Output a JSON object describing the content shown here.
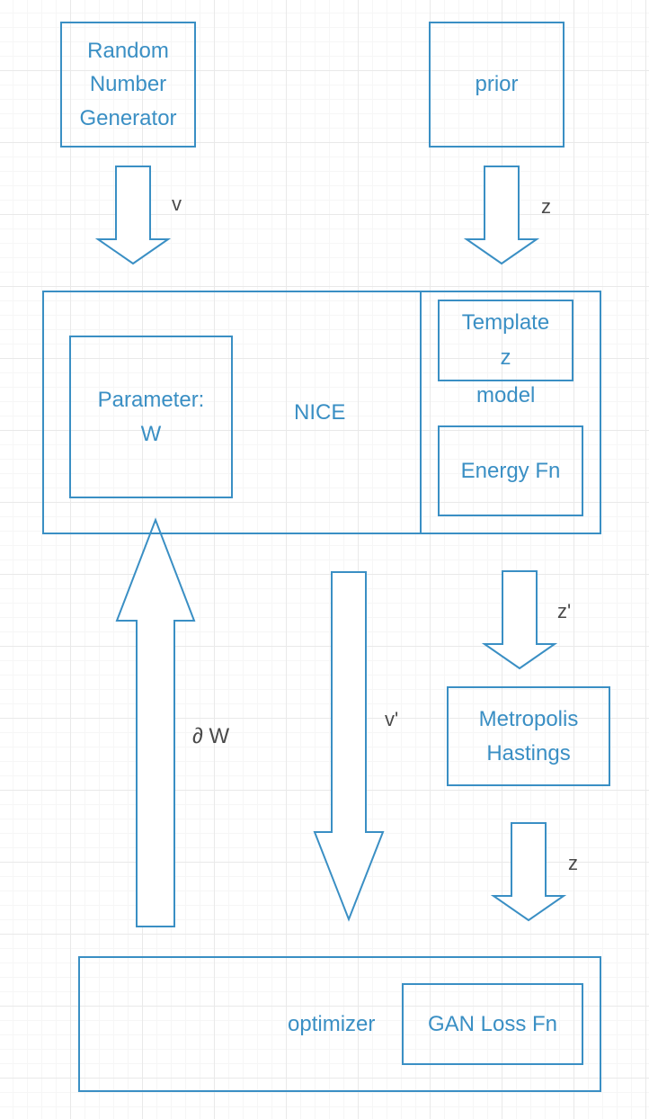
{
  "nodes": {
    "rng": "Random\nNumber\nGenerator",
    "prior": "prior",
    "nice": "NICE",
    "parameter": "Parameter:\nW",
    "template": "Template\nz",
    "model": "model",
    "energy_fn": "Energy Fn",
    "metropolis": "Metropolis\nHastings",
    "optimizer": "optimizer",
    "gan_loss": "GAN Loss Fn"
  },
  "edges": {
    "v": "v",
    "z_prior": "z",
    "z_prime": "z'",
    "v_prime": "v'",
    "dW": "∂ W",
    "z_mh": "z"
  },
  "colors": {
    "accent": "#3a8fc4",
    "edge_label": "#4a4a4a",
    "background": "#ffffff",
    "grid": "#e9e9e9"
  }
}
